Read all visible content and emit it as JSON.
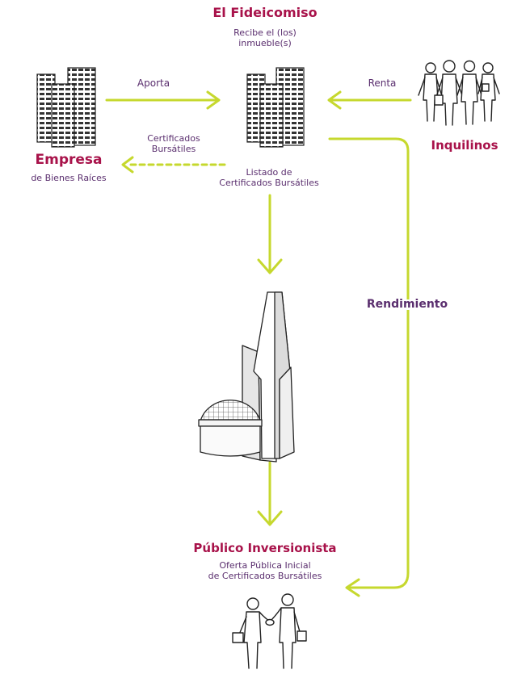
{
  "colors": {
    "title": "#a8124a",
    "text": "#5a2e6e",
    "arrow": "#c6d82e",
    "ink": "#222222",
    "fill_light": "#f2f2f2"
  },
  "nodes": {
    "fideicomiso": {
      "title": "El Fideicomiso",
      "subtitle_lines": [
        "Recibe el (los)",
        "inmueble(s)"
      ]
    },
    "empresa": {
      "title": "Empresa",
      "subtitle": "de Bienes Raíces"
    },
    "inquilinos": {
      "title": "Inquilinos"
    },
    "publico": {
      "title": "Público Inversionista",
      "subtitle_lines": [
        "Oferta Pública Inicial",
        "de Certificados Bursátiles"
      ]
    }
  },
  "edges": {
    "aporta": "Aporta",
    "renta": "Renta",
    "certificados_lines": [
      "Certificados",
      "Bursátiles"
    ],
    "listado_lines": [
      "Listado de",
      "Certificados Bursátiles"
    ],
    "rendimiento": "Rendimiento"
  },
  "icons": {
    "empresa": "office-buildings-icon",
    "fideicomiso": "office-buildings-icon",
    "inquilinos": "tenants-group-icon",
    "bolsa": "stock-exchange-tower-icon",
    "publico": "handshake-icon"
  }
}
